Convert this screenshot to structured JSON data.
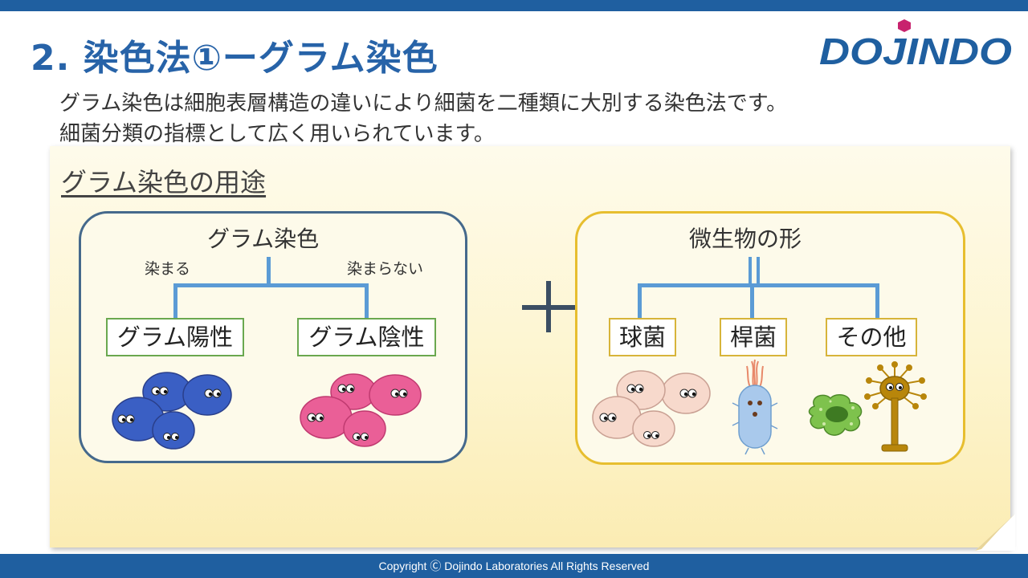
{
  "slide": {
    "title": "2. 染色法①ーグラム染色",
    "logo_text": "DOJINDO",
    "intro_line1": "グラム染色は細胞表層構造の違いにより細菌を二種類に大別する染色法です。",
    "intro_line2": "細菌分類の指標として広く用いられています。"
  },
  "note": {
    "heading": "グラム染色の用途"
  },
  "gram_panel": {
    "title": "グラム染色",
    "left_branch": "染まる",
    "right_branch": "染まらない",
    "positive_label": "グラム陽性",
    "negative_label": "グラム陰性"
  },
  "shape_panel": {
    "title": "微生物の形",
    "categories": [
      "球菌",
      "桿菌",
      "その他"
    ]
  },
  "footer": {
    "copyright": "Copyright Ⓒ Dojindo Laboratories All Rights Reserved"
  },
  "colors": {
    "title_blue": "#2763a8",
    "bar_blue": "#1f5fa0",
    "gram_positive_cell": "#3a5fc4",
    "gram_negative_cell": "#ea5f97",
    "coccus_cell": "#f7d9cc",
    "bacillus_cell": "#a9c9ec",
    "amoeba": "#7ec24d",
    "fungus": "#b8860b"
  },
  "icons": [
    "dojindo-logo",
    "plus-icon"
  ]
}
